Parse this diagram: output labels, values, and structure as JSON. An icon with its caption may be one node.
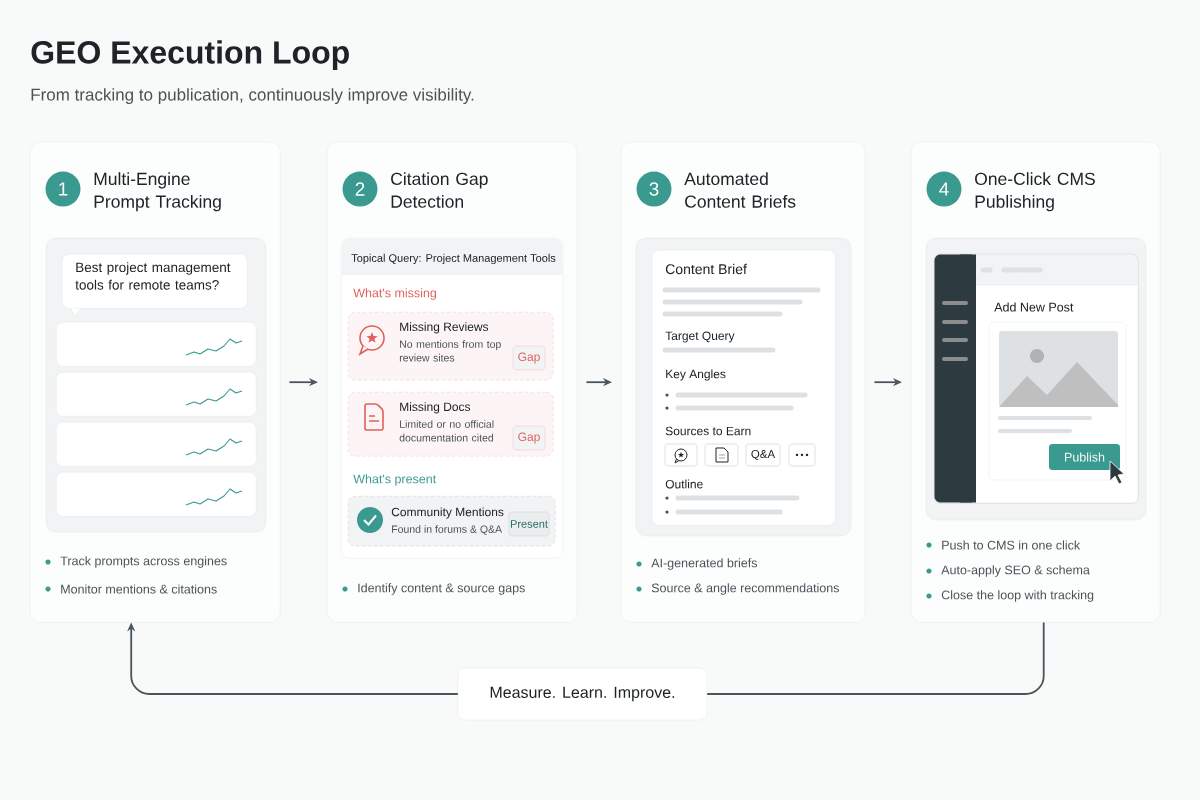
{
  "diagram": {
    "title": "GEO Execution Loop",
    "nodes": [
      {
        "text": [
          "Multi-Engine Prompt Tracking",
          "Track prompts across engines",
          "Monitor mentions & citations"
        ]
      },
      {
        "text": [
          "1"
        ],
        "in": 0
      },
      {
        "text": [
          "Best project management tools for remote teams?"
        ],
        "in": 0
      },
      {
        "text": [],
        "shape": "box",
        "in": 0
      },
      {
        "text": [],
        "shape": "box",
        "in": 0
      },
      {
        "text": [],
        "shape": "box",
        "in": 0
      },
      {
        "text": [],
        "shape": "box",
        "in": 0
      },
      {
        "text": [
          "Citation Gap Detection",
          "Identify content & source gaps"
        ]
      },
      {
        "text": [
          "2"
        ],
        "in": 7
      },
      {
        "text": [
          "Topical Query: Project Management Tools",
          "What's missing",
          "What's present"
        ],
        "in": 7
      },
      {
        "text": [
          "Missing Reviews",
          "No mentions from top review sites"
        ],
        "in": 9
      },
      {
        "text": [
          "Gap"
        ],
        "in": 10
      },
      {
        "text": [
          "Missing Docs",
          "Limited or no official documentation cited"
        ],
        "in": 9
      },
      {
        "text": [
          "Gap"
        ],
        "in": 12
      },
      {
        "text": [
          "Community Mentions",
          "Found in forums & Q&A"
        ],
        "in": 9
      },
      {
        "text": [
          "Present"
        ],
        "in": 14
      },
      {
        "text": [
          "Automated Content Briefs",
          "AI-generated briefs",
          "Source & angle recommendations"
        ]
      },
      {
        "text": [
          "3"
        ],
        "in": 16
      },
      {
        "text": [
          "Content Brief",
          "Target Query",
          "Key Angles",
          "Sources to Earn",
          "Outline"
        ],
        "in": 16
      },
      {
        "text": [
          "Q&A"
        ],
        "in": 18
      },
      {
        "text": [
          "One-Click CMS Publishing",
          "Push to CMS in one click",
          "Auto-apply SEO & schema",
          "Close the loop with tracking"
        ]
      },
      {
        "text": [
          "4"
        ],
        "in": 20
      },
      {
        "text": [
          "Add New Post"
        ],
        "in": 20
      },
      {
        "text": [
          "Publish"
        ],
        "in": 22
      },
      {
        "text": [
          "Measure. Learn. Improve."
        ]
      }
    ],
    "edges": [
      {
        "from": 0,
        "to": 7,
        "arrow": "to"
      },
      {
        "from": 7,
        "to": 16,
        "arrow": "to"
      },
      {
        "from": 16,
        "to": 20,
        "arrow": "to"
      },
      {
        "from": 20,
        "to": 24,
        "arrow": "none"
      },
      {
        "from": 24,
        "to": 0,
        "arrow": "to"
      }
    ],
    "labels": [
      "From tracking to publication, continuously improve visibility."
    ]
  }
}
